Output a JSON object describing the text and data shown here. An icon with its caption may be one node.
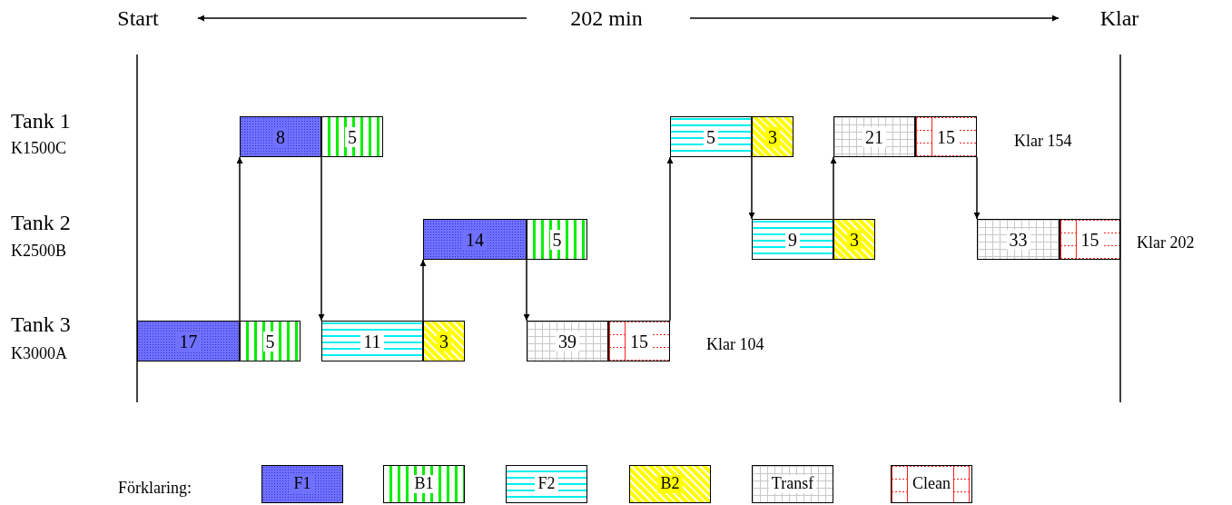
{
  "diagram": {
    "nodes": [
      {
        "text": [
          "8"
        ]
      },
      {
        "text": [
          "5"
        ]
      },
      {
        "text": [
          "5"
        ]
      },
      {
        "text": [
          "3"
        ]
      },
      {
        "text": [
          "21"
        ]
      },
      {
        "text": [
          "15"
        ]
      },
      {
        "text": [
          "14"
        ]
      },
      {
        "text": [
          "5"
        ]
      },
      {
        "text": [
          "9"
        ]
      },
      {
        "text": [
          "3"
        ]
      },
      {
        "text": [
          "33"
        ]
      },
      {
        "text": [
          "15"
        ]
      },
      {
        "text": [
          "17"
        ]
      },
      {
        "text": [
          "5"
        ]
      },
      {
        "text": [
          "11"
        ]
      },
      {
        "text": [
          "3"
        ]
      },
      {
        "text": [
          "39"
        ]
      },
      {
        "text": [
          "15"
        ]
      }
    ],
    "edges": [
      {
        "from": 12,
        "to": 0,
        "arrow": "to"
      },
      {
        "from": 0,
        "to": 14,
        "arrow": "to"
      },
      {
        "from": 14,
        "to": 6,
        "arrow": "to"
      },
      {
        "from": 6,
        "to": 16,
        "arrow": "to"
      },
      {
        "from": 17,
        "to": 2,
        "arrow": "to"
      },
      {
        "from": 2,
        "to": 8,
        "arrow": "to"
      },
      {
        "from": 8,
        "to": 4,
        "arrow": "to"
      },
      {
        "from": 5,
        "to": 10,
        "arrow": "to"
      }
    ],
    "labels": [
      "Start",
      "202 min",
      "Klar",
      "Tank 1",
      "K1500C",
      "Klar 154",
      "Tank 2",
      "K2500B",
      "Klar 202",
      "Tank 3",
      "K3000A",
      "Klar 104",
      "Förklaring:"
    ],
    "legend": [
      {
        "text": "F1"
      },
      {
        "text": "B1"
      },
      {
        "text": "F2"
      },
      {
        "text": "B2"
      },
      {
        "text": "Transf"
      },
      {
        "text": "Clean"
      }
    ]
  }
}
